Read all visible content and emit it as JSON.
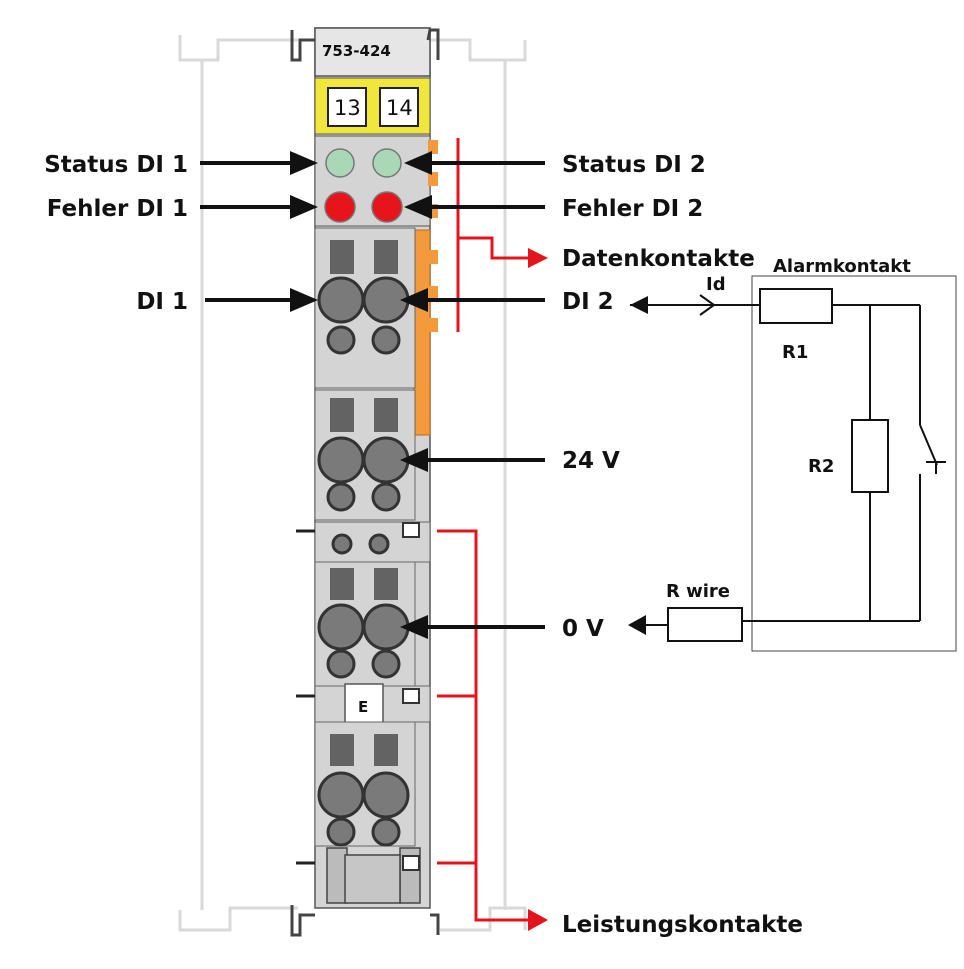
{
  "module": {
    "model": "753-424",
    "key_left": "13",
    "key_right": "14",
    "label_e": "E"
  },
  "labels": {
    "status_di1": "Status DI 1",
    "status_di2": "Status DI 2",
    "fehler_di1": "Fehler DI 1",
    "fehler_di2": "Fehler DI 2",
    "datenkontakte": "Datenkontakte",
    "di1": "DI 1",
    "di2": "DI 2",
    "v24": "24 V",
    "v0": "0 V",
    "leistungskontakte": "Leistungskontakte"
  },
  "circuit": {
    "title": "Alarmkontakt",
    "current": "Id",
    "r1": "R1",
    "r2": "R2",
    "r_wire": "R wire"
  },
  "colors": {
    "status_led": "#a8d8b6",
    "error_led": "#e8141c",
    "key_yellow": "#f0e63c",
    "orange_contact": "#f29a3c",
    "red_line": "#e4141c",
    "housing": "#d3d3d3"
  }
}
